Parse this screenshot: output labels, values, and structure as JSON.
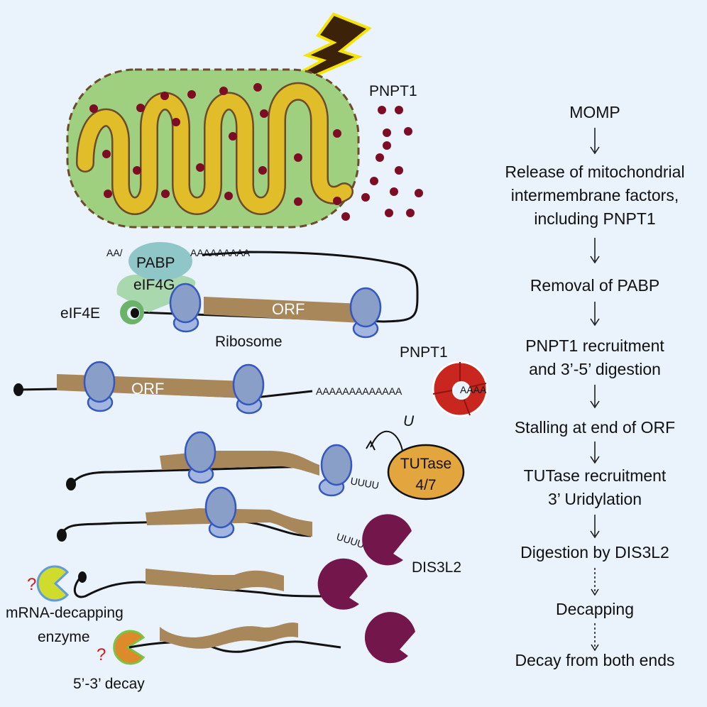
{
  "labels": {
    "pnpt1_top": "PNPT1",
    "pabp": "PABP",
    "eif4g": "eIF4G",
    "eif4e": "eIF4E",
    "orf1": "ORF",
    "ribosome": "Ribosome",
    "orf2": "ORF",
    "pnpt1_mid": "PNPT1",
    "polyA_top_left": "AA/",
    "polyA_top_right": "AAAAAAAAA",
    "polyA_mid": "AAAAAAAAAAAAA",
    "polyA_in_pnpt1": "AAAA",
    "u_label": "U",
    "uuuu": "UUUU",
    "tutase_line1": "TUTase",
    "tutase_line2": "4/7",
    "uuuuuuu": "UUUUUUU",
    "dis3l2": "DIS3L2",
    "question1": "?",
    "decapping_line1": "mRNA-decapping",
    "decapping_line2": "enzyme",
    "question2": "?",
    "decay53": "5’-3’ decay"
  },
  "steps": [
    {
      "lines": [
        "MOMP"
      ],
      "arrow": "solid"
    },
    {
      "lines": [
        "Release of mitochondrial",
        "intermembrane factors,",
        "including PNPT1"
      ],
      "arrow": "solid"
    },
    {
      "lines": [
        "Removal of PABP"
      ],
      "arrow": "solid"
    },
    {
      "lines": [
        "PNPT1 recruitment",
        "and 3’-5’ digestion"
      ],
      "arrow": "solid"
    },
    {
      "lines": [
        "Stalling at end of ORF"
      ],
      "arrow": "solid"
    },
    {
      "lines": [
        "TUTase recruitment",
        "3’ Uridylation"
      ],
      "arrow": "solid"
    },
    {
      "lines": [
        "Digestion by DIS3L2"
      ],
      "arrow": "dashed"
    },
    {
      "lines": [
        "Decapping"
      ],
      "arrow": "dashed"
    },
    {
      "lines": [
        "Decay from both ends"
      ]
    }
  ],
  "colors": {
    "background": "#eaf3fc",
    "mitochondrion": "#9fd07f",
    "cristae": "#e2bd2a",
    "pnpt1_dots": "#7d0d25",
    "orf": "#a8875a",
    "ribosome": "#8a9fc8",
    "pabp": "#8fc7c9",
    "eif4g": "#a9d7ae",
    "eif4e": "#6cb36a",
    "pnpt1": "#c8261f",
    "tutase": "#e3a53e",
    "dis3l2": "#73164c",
    "decapping": "#cfdc2e",
    "exonuclease53": "#dd8a2a"
  }
}
